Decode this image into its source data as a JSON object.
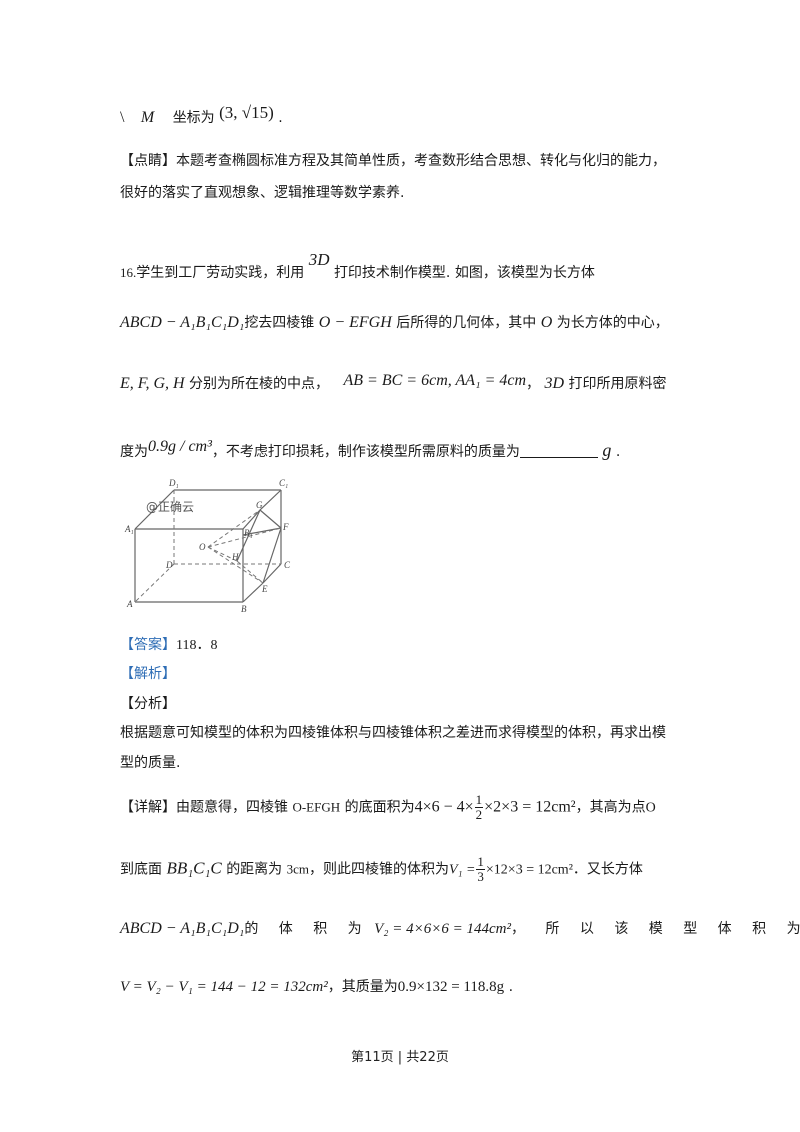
{
  "prev_answer": {
    "prefix": "\\",
    "var": "M",
    "text": "坐标为",
    "coord": "(3, √15)",
    "end": "."
  },
  "dianjing": {
    "label": "【点睛】",
    "line1": "本题考查椭圆标准方程及其简单性质，考查数形结合思想、转化与化归的能力，",
    "line2": "很好的落实了直观想象、逻辑推理等数学素养."
  },
  "question": {
    "number": "16.",
    "line1_a": "学生到工厂劳动实践，利用",
    "line1_3d": "3D",
    "line1_b": "打印技术制作模型. 如图，该模型为长方体",
    "line2_solid": "ABCD − A₁B₁C₁D₁",
    "line2_a": "挖去四棱锥",
    "line2_pyramid": "O − EFGH",
    "line2_b": "后所得的几何体，其中",
    "line2_o": "O",
    "line2_c": "为长方体的中心，",
    "line3_points": "E, F, G, H",
    "line3_a": "分别为所在棱的中点，",
    "line3_dims": "AB = BC = 6cm, AA₁ = 4cm",
    "line3_b": "，",
    "line3_3d": "3D",
    "line3_c": "打印所用原料密",
    "line4_a": "度为",
    "line4_density": "0.9g / cm³",
    "line4_b": "，不考虑打印损耗，制作该模型所需原料的质量为",
    "line4_unit": "g",
    "line4_end": "."
  },
  "figure": {
    "watermark": "@正确云",
    "labels": {
      "A": "A",
      "B": "B",
      "C": "C",
      "D": "D",
      "A1": "A₁",
      "B1": "B₁",
      "C1": "C₁",
      "D1": "D₁",
      "E": "E",
      "F": "F",
      "G": "G",
      "H": "H",
      "O": "O"
    }
  },
  "answer": {
    "label": "【答案】",
    "value": "118．8"
  },
  "analysis_label": "【解析】",
  "fenxi": {
    "label": "【分析】",
    "line1": "根据题意可知模型的体积为四棱锥体积与四棱锥体积之差进而求得模型的体积，再求出模",
    "line2": "型的质量."
  },
  "detail": {
    "label": "【详解】",
    "line1_a": "由题意得，四棱锥",
    "line1_pyr": "O-EFGH",
    "line1_b": "的底面积为",
    "line1_expr_a": "4×6 − 4×",
    "line1_frac_num": "1",
    "line1_frac_den": "2",
    "line1_expr_b": "×2×3 = 12cm²",
    "line1_c": "，其高为点",
    "line1_o": "O",
    "line2_a": "到底面",
    "line2_face": "BB₁C₁C",
    "line2_b": "的距离为",
    "line2_dist": "3cm",
    "line2_c": "，则此四棱锥的体积为",
    "line2_expr_a": "V₁ =",
    "line2_frac_num": "1",
    "line2_frac_den": "3",
    "line2_expr_b": "×12×3 = 12cm²",
    "line2_d": "．又长方体",
    "line3_solid": "ABCD − A₁B₁C₁D₁",
    "line3_a": "的 体 积 为",
    "line3_expr": "V₂ = 4×6×6 = 144cm²",
    "line3_b": "，  所 以 该 模 型 体 积 为",
    "line4_expr": "V = V₂ − V₁ = 144 − 12 = 132cm²",
    "line4_a": "，其质量为",
    "line4_expr2": "0.9×132 = 118.8g",
    "line4_end": "."
  },
  "footer": {
    "page_text": "第11页 | 共22页"
  }
}
